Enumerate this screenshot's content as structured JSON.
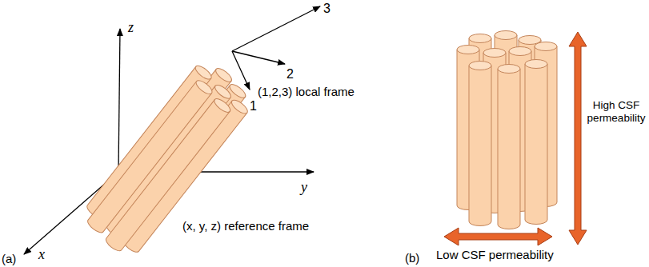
{
  "diagram": {
    "labels": [
      "z",
      "3",
      "2",
      "(1,2,3) local frame",
      "1",
      "y",
      "(x, y, z) reference frame",
      "x",
      "(a)",
      "High CSF permeability",
      "Low CSF permeability",
      "(b)"
    ]
  }
}
